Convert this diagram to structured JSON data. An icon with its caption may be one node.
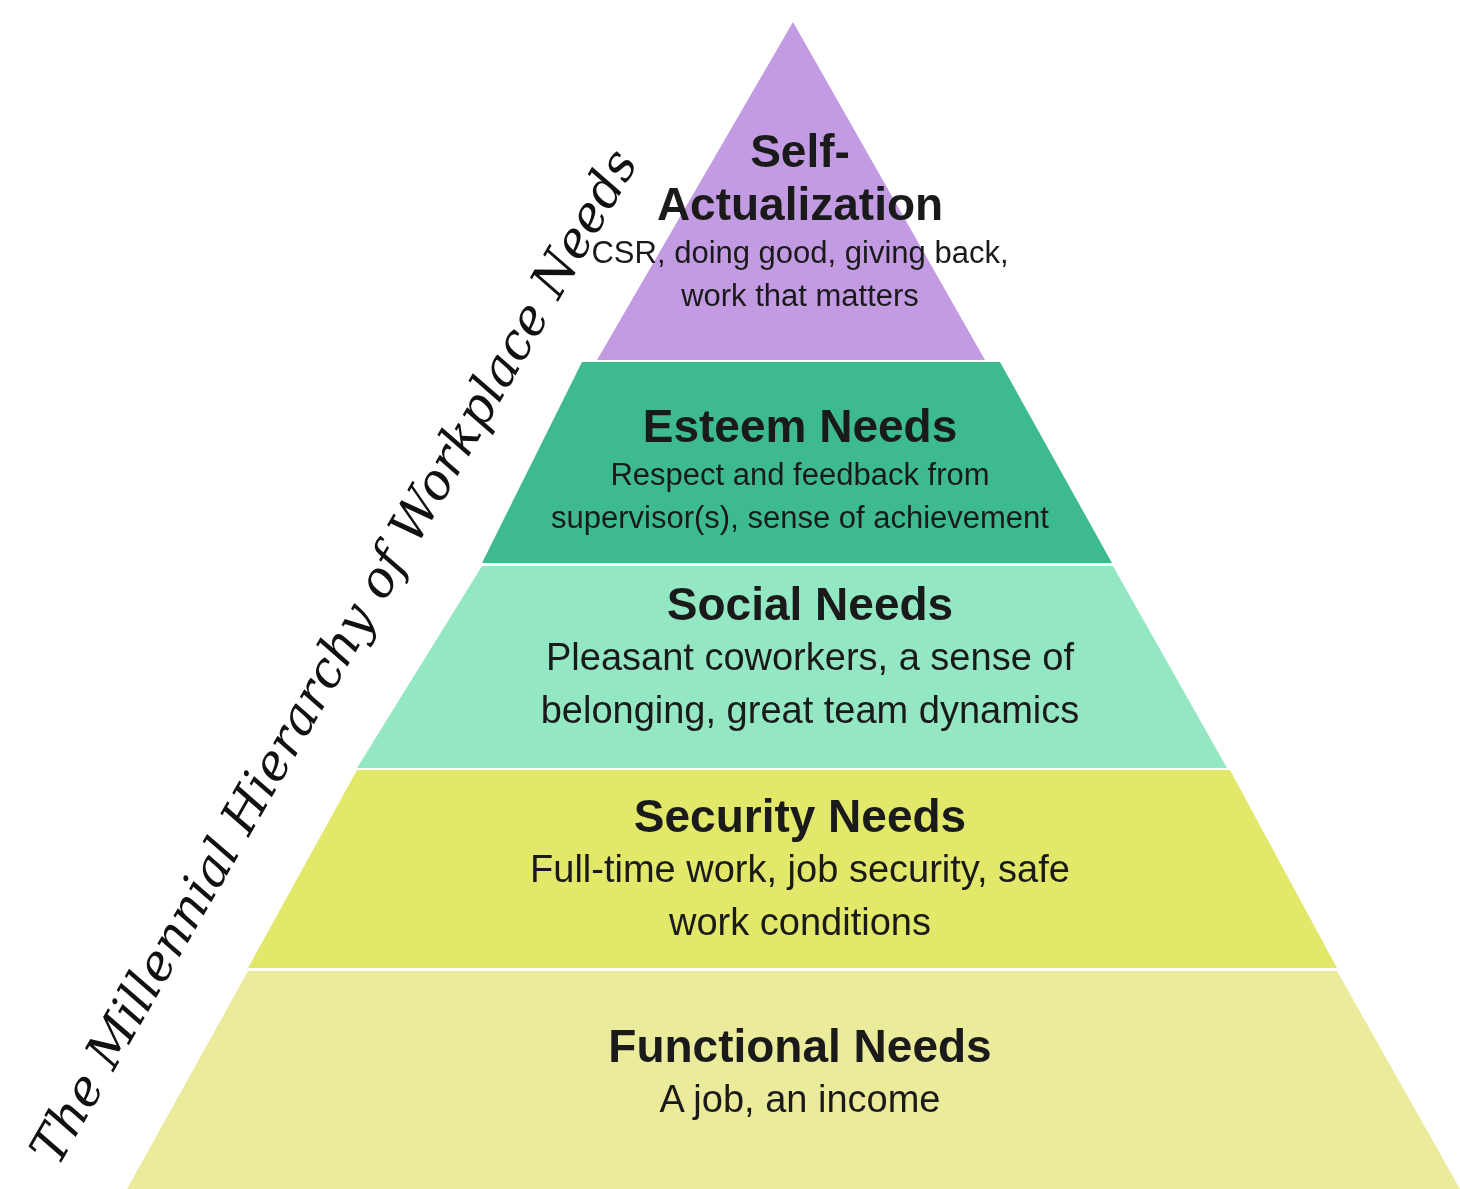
{
  "diagram": {
    "title": "The Millennial Hierarchy of Workplace Needs",
    "nodes": [
      {
        "text": [
          "Self-Actualization",
          "CSR, doing good, giving back, work that matters"
        ]
      },
      {
        "text": [
          "Esteem Needs",
          "Respect and feedback from supervisor(s), sense of achievement"
        ]
      },
      {
        "text": [
          "Social Needs",
          "Pleasant coworkers, a sense of belonging, great team dynamics"
        ]
      },
      {
        "text": [
          "Security Needs",
          "Full-time work, job security, safe work conditions"
        ]
      },
      {
        "text": [
          "Functional Needs",
          "A job, an income"
        ]
      }
    ]
  }
}
